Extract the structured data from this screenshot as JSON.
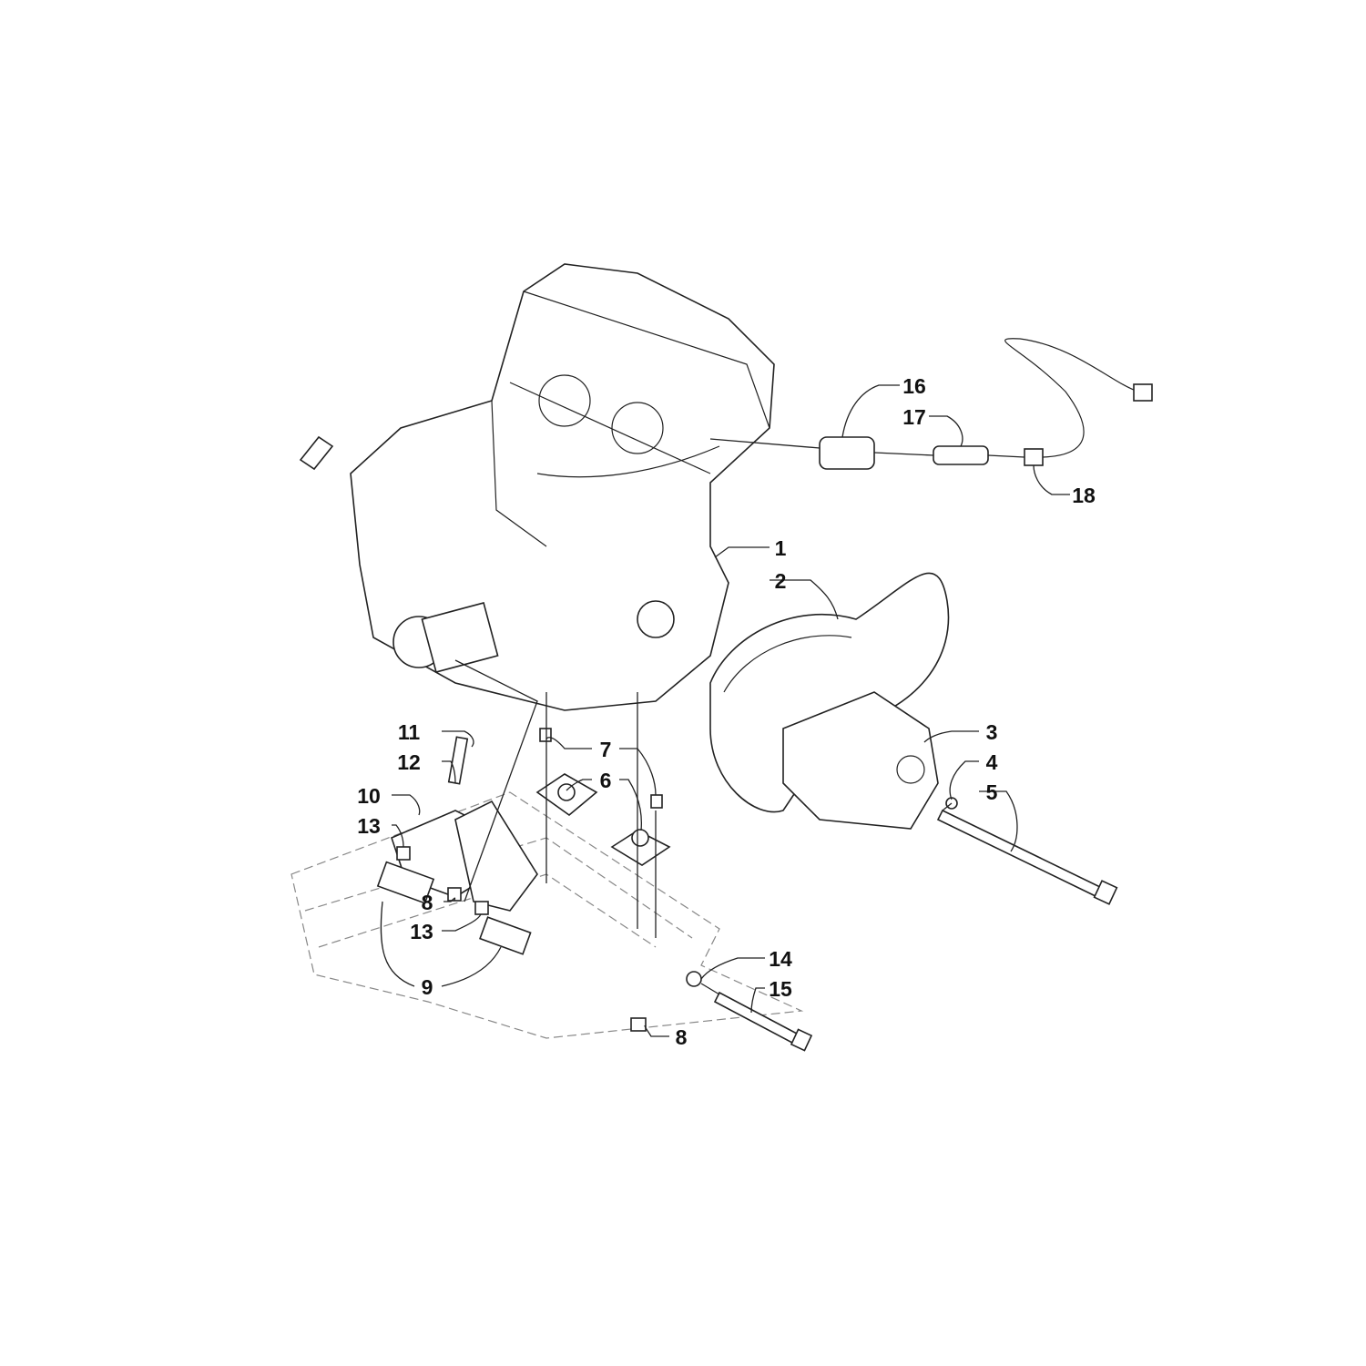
{
  "diagram": {
    "type": "exploded parts diagram",
    "callouts": {
      "c1": "1",
      "c2": "2",
      "c3": "3",
      "c4": "4",
      "c5": "5",
      "c6": "6",
      "c7": "7",
      "c8a": "8",
      "c8b": "8",
      "c9": "9",
      "c10": "10",
      "c11": "11",
      "c12": "12",
      "c13a": "13",
      "c13b": "13",
      "c14": "14",
      "c15": "15",
      "c16": "16",
      "c17": "17",
      "c18": "18"
    },
    "colors": {
      "line": "#222222",
      "phantom": "#888888",
      "background": "#ffffff"
    }
  }
}
